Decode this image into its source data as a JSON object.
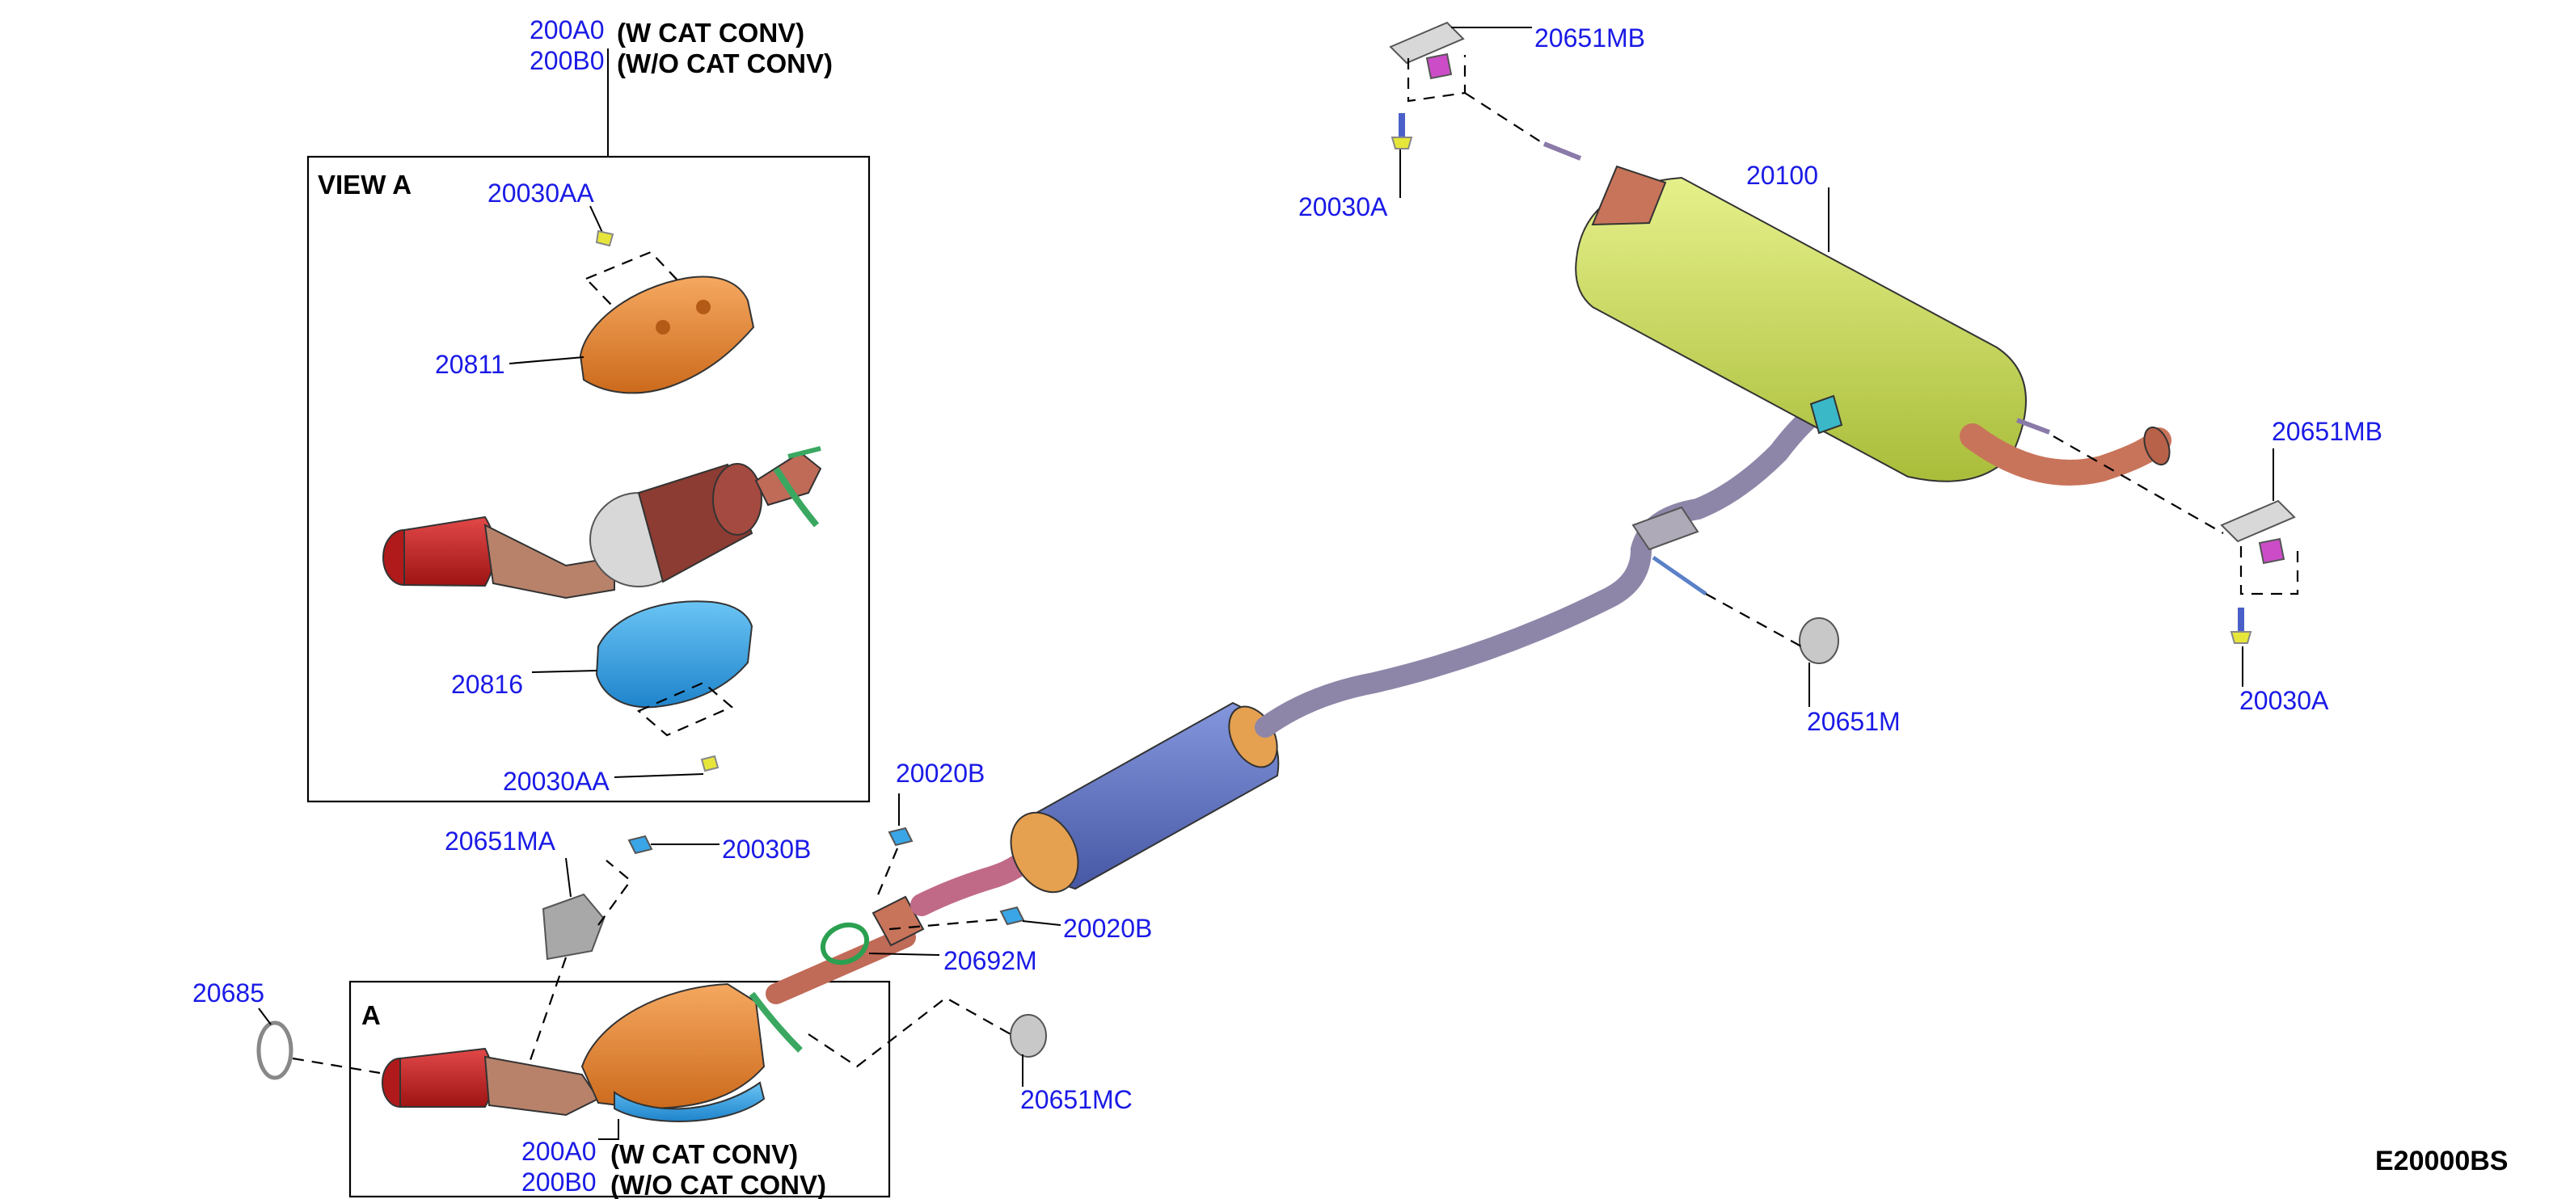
{
  "diagram_code": "E20000BS",
  "view_a": {
    "title": "VIEW A",
    "top_callout": {
      "codes": [
        "200A0",
        "200B0"
      ],
      "notes": [
        "(W CAT CONV)",
        "(W/O CAT CONV)"
      ]
    },
    "parts": [
      {
        "code": "20030AA"
      },
      {
        "code": "20811"
      },
      {
        "code": "20816"
      },
      {
        "code": "20030AA"
      }
    ]
  },
  "detail_a": {
    "title": "A",
    "bottom_callout": {
      "codes": [
        "200A0",
        "200B0"
      ],
      "notes": [
        "(W CAT CONV)",
        "(W/O CAT CONV)"
      ]
    }
  },
  "callouts": [
    {
      "code": "20651MB"
    },
    {
      "code": "20030A"
    },
    {
      "code": "20100"
    },
    {
      "code": "20651MB"
    },
    {
      "code": "20030A"
    },
    {
      "code": "20651M"
    },
    {
      "code": "20020B"
    },
    {
      "code": "20020B"
    },
    {
      "code": "20030B"
    },
    {
      "code": "20651MA"
    },
    {
      "code": "20692M"
    },
    {
      "code": "20651MC"
    },
    {
      "code": "20685"
    }
  ],
  "colors": {
    "callout_text": "#1a1ae6",
    "muffler": "#cfe36a",
    "center_muffler": "#6478c8",
    "pipe": "#8e86a8",
    "cat_cover": "#e8893a",
    "heat_shield_lower": "#3aa6e8",
    "front_tip": "#cc2222",
    "rust_pipe": "#c8745a"
  }
}
